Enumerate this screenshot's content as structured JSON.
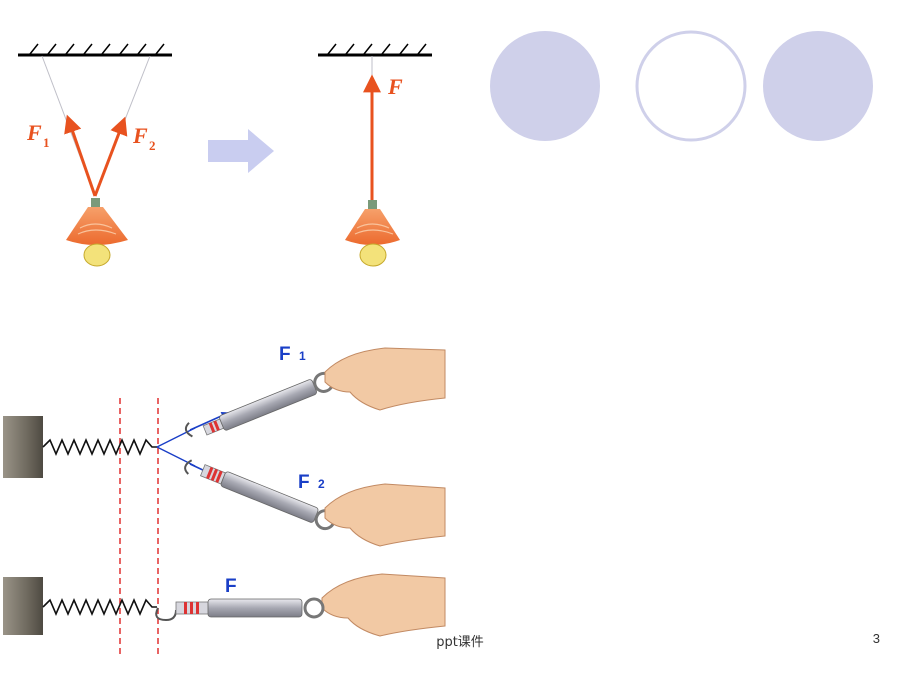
{
  "top_diagram": {
    "left_labels": {
      "f1": "F",
      "f1_sub": "1",
      "f2": "F",
      "f2_sub": "2"
    },
    "right_label": "F"
  },
  "bottom_diagram": {
    "f1": "F",
    "f1_sub": "1",
    "f2": "F",
    "f2_sub": "2",
    "f": "F"
  },
  "colors": {
    "force_arrow": "#e8521f",
    "circle_fill": "#cfd0ea",
    "circle_stroke": "#cfd0ea",
    "dashed_line": "#e03030",
    "scale_label": "#1a3fc7",
    "process_arrow": "#c9cdf0"
  },
  "footer": {
    "text": "ppt课件",
    "page": "3"
  }
}
